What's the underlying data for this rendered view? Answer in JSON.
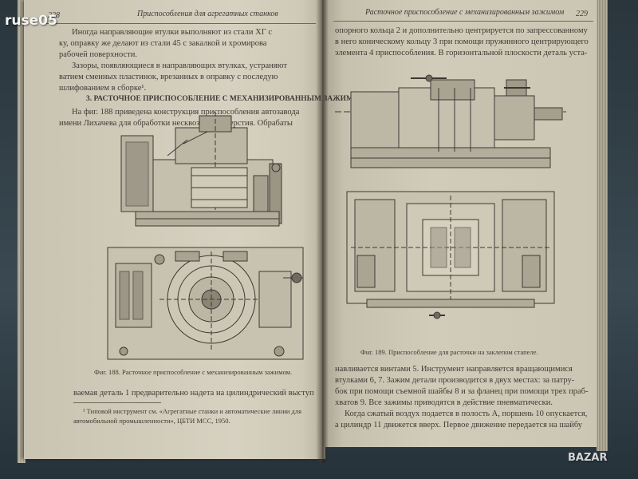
{
  "watermark": {
    "site": "ruse05",
    "corner_logo": "BAZAR"
  },
  "left_page": {
    "page_number": "228",
    "running_head": "Приспособления для агрегатных станков",
    "para1": [
      "Иногда направляющие втулки выполняют из стали ХГ с",
      "ку, оправку же делают из стали 45 с закалкой и хромирова",
      "рабочей поверхности."
    ],
    "para2": [
      "Зазоры, появляющиеся в направляющих втулках, устраняют",
      "ватием сменных пластинок, врезанных в оправку с последую",
      "шлифованием в сборке¹."
    ],
    "section_heading": "3. РАСТОЧНОЕ ПРИСПОСОБЛЕНИЕ С МЕХАНИЗИРОВАННЫМ ЗАЖИМОМ",
    "para3": [
      "На фиг. 188 приведена конструкция приспособления автозавода",
      "имени Лихачева для обработки несквозного отверстия. Обрабаты"
    ],
    "figure_caption": "Фиг. 188. Расточное приспособление с механизированным зажимом.",
    "continuation": "ваемая деталь 1 предварительно надета на цилиндрический выступ",
    "footnote": [
      "¹ Типовой инструмент см. «Агрегатные станки и автоматические линии для",
      "автомобильной промышленности», ЦБТИ МСС, 1950."
    ]
  },
  "right_page": {
    "page_number": "229",
    "running_head": "Расточное приспособление с механизированным зажимом",
    "para1": [
      "опорного кольца 2 и дополнительно центрируется по запрессованному",
      "в него коническому кольцу 3 при помощи пружинного центрирующего",
      "элемента 4 приспособления. В горизонтальной плоскости деталь уста-"
    ],
    "figure_caption": "Фиг. 189. Приспособление для расточки на заклепом стапеле.",
    "para2": [
      "навливается винтами 5. Инструмент направляется вращающимися",
      "втулками 6, 7. Зажим детали производится в двух местах: за патру-",
      "бок при помощи съемной шайбы 8 и за фланец при помощи трех праб-",
      "хватов 9. Все зажимы приводятся в действие пневматически.",
      "Когда сжатый воздух подается в полость А, поршень 10 опускается,",
      "а цилиндр 11 движется вверх. Первое движение передается на шайбу"
    ]
  }
}
